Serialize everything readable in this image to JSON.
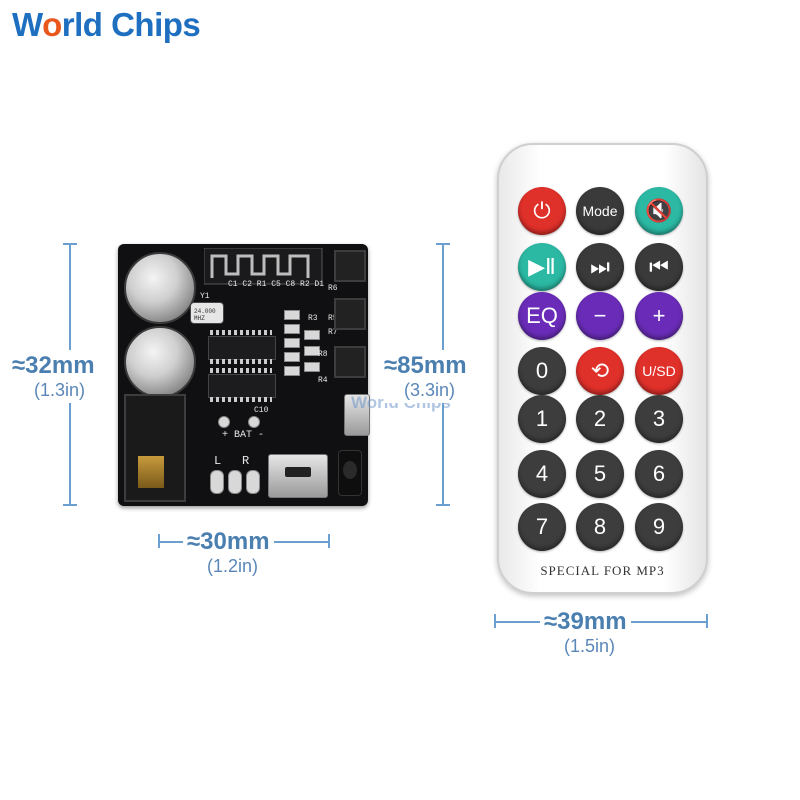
{
  "logo": {
    "w": "W",
    "o": "o",
    "rld": "rld ",
    "chips": "Chips"
  },
  "watermark": "World Chips",
  "dimensions": {
    "board_height": {
      "mm": "≈32mm",
      "in": "(1.3in)"
    },
    "board_width": {
      "mm": "≈30mm",
      "in": "(1.2in)"
    },
    "remote_height": {
      "mm": "≈85mm",
      "in": "(3.3in)"
    },
    "remote_width": {
      "mm": "≈39mm",
      "in": "(1.5in)"
    }
  },
  "board": {
    "silk_top": "C1 C2 R1 C5 C8 R2 D1",
    "silk_y1": "Y1",
    "silk_r6": "R6",
    "silk_r5": "R5",
    "silk_r3": "R3",
    "silk_r7": "R7",
    "silk_r8": "R8",
    "silk_r4": "R4",
    "silk_c10": "C10",
    "silk_bat": "+ BAT -",
    "silk_l": "L",
    "silk_r": "R",
    "crystal": "24.000 MHZ"
  },
  "remote": {
    "label": "SPECIAL FOR MP3",
    "buttons": [
      {
        "name": "power",
        "label": "⏻",
        "color": "#e0302a"
      },
      {
        "name": "mode",
        "label": "Mode",
        "color": "#3a3a3a"
      },
      {
        "name": "mute",
        "label": "🔇",
        "color": "#2bb9a4"
      },
      {
        "name": "play-pause",
        "label": "▶Ⅱ",
        "color": "#2bb9a4"
      },
      {
        "name": "next",
        "label": "⏭",
        "color": "#3a3a3a"
      },
      {
        "name": "prev",
        "label": "⏮",
        "color": "#3a3a3a"
      },
      {
        "name": "eq",
        "label": "EQ",
        "color": "#6a2cb8"
      },
      {
        "name": "vol-down",
        "label": "−",
        "color": "#6a2cb8"
      },
      {
        "name": "vol-up",
        "label": "+",
        "color": "#6a2cb8"
      },
      {
        "name": "0",
        "label": "0",
        "color": "#3d3d3d"
      },
      {
        "name": "repeat",
        "label": "⟲",
        "color": "#e0302a"
      },
      {
        "name": "usd",
        "label": "U/SD",
        "color": "#e0302a"
      },
      {
        "name": "1",
        "label": "1",
        "color": "#3d3d3d"
      },
      {
        "name": "2",
        "label": "2",
        "color": "#3d3d3d"
      },
      {
        "name": "3",
        "label": "3",
        "color": "#3d3d3d"
      },
      {
        "name": "4",
        "label": "4",
        "color": "#3d3d3d"
      },
      {
        "name": "5",
        "label": "5",
        "color": "#3d3d3d"
      },
      {
        "name": "6",
        "label": "6",
        "color": "#3d3d3d"
      },
      {
        "name": "7",
        "label": "7",
        "color": "#3d3d3d"
      },
      {
        "name": "8",
        "label": "8",
        "color": "#3d3d3d"
      },
      {
        "name": "9",
        "label": "9",
        "color": "#3d3d3d"
      }
    ]
  }
}
